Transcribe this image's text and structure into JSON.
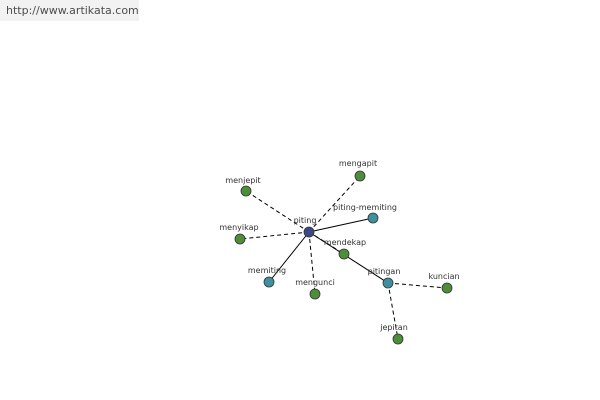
{
  "source": {
    "url": "http://www.artikata.com"
  },
  "graph": {
    "colors": {
      "center": "#3b4a86",
      "synonym": "#3f8fa0",
      "related": "#4e8e3a",
      "node_stroke": "#333333",
      "edge": "#000000"
    },
    "nodes": [
      {
        "id": "piting",
        "label": "piting",
        "kind": "center"
      },
      {
        "id": "mengapit",
        "label": "mengapit",
        "kind": "related"
      },
      {
        "id": "menjepit",
        "label": "menjepit",
        "kind": "related"
      },
      {
        "id": "piting-memiting",
        "label": "piting-memiting",
        "kind": "synonym"
      },
      {
        "id": "menyikap",
        "label": "menyikap",
        "kind": "related"
      },
      {
        "id": "mendekap",
        "label": "mendekap",
        "kind": "related"
      },
      {
        "id": "memiting",
        "label": "memiting",
        "kind": "synonym"
      },
      {
        "id": "mengunci",
        "label": "mengunci",
        "kind": "related"
      },
      {
        "id": "pitingan",
        "label": "pitingan",
        "kind": "synonym"
      },
      {
        "id": "kuncian",
        "label": "kuncian",
        "kind": "related"
      },
      {
        "id": "jepitan",
        "label": "jepitan",
        "kind": "related"
      }
    ],
    "edges": [
      {
        "from": "piting",
        "to": "mengapit",
        "style": "dashed"
      },
      {
        "from": "piting",
        "to": "menjepit",
        "style": "dashed"
      },
      {
        "from": "piting",
        "to": "piting-memiting",
        "style": "solid"
      },
      {
        "from": "piting",
        "to": "menyikap",
        "style": "dashed"
      },
      {
        "from": "piting",
        "to": "mendekap",
        "style": "dashed"
      },
      {
        "from": "piting",
        "to": "memiting",
        "style": "solid"
      },
      {
        "from": "piting",
        "to": "mengunci",
        "style": "dashed"
      },
      {
        "from": "piting",
        "to": "pitingan",
        "style": "solid"
      },
      {
        "from": "pitingan",
        "to": "kuncian",
        "style": "dashed"
      },
      {
        "from": "pitingan",
        "to": "jepitan",
        "style": "dashed"
      }
    ]
  }
}
